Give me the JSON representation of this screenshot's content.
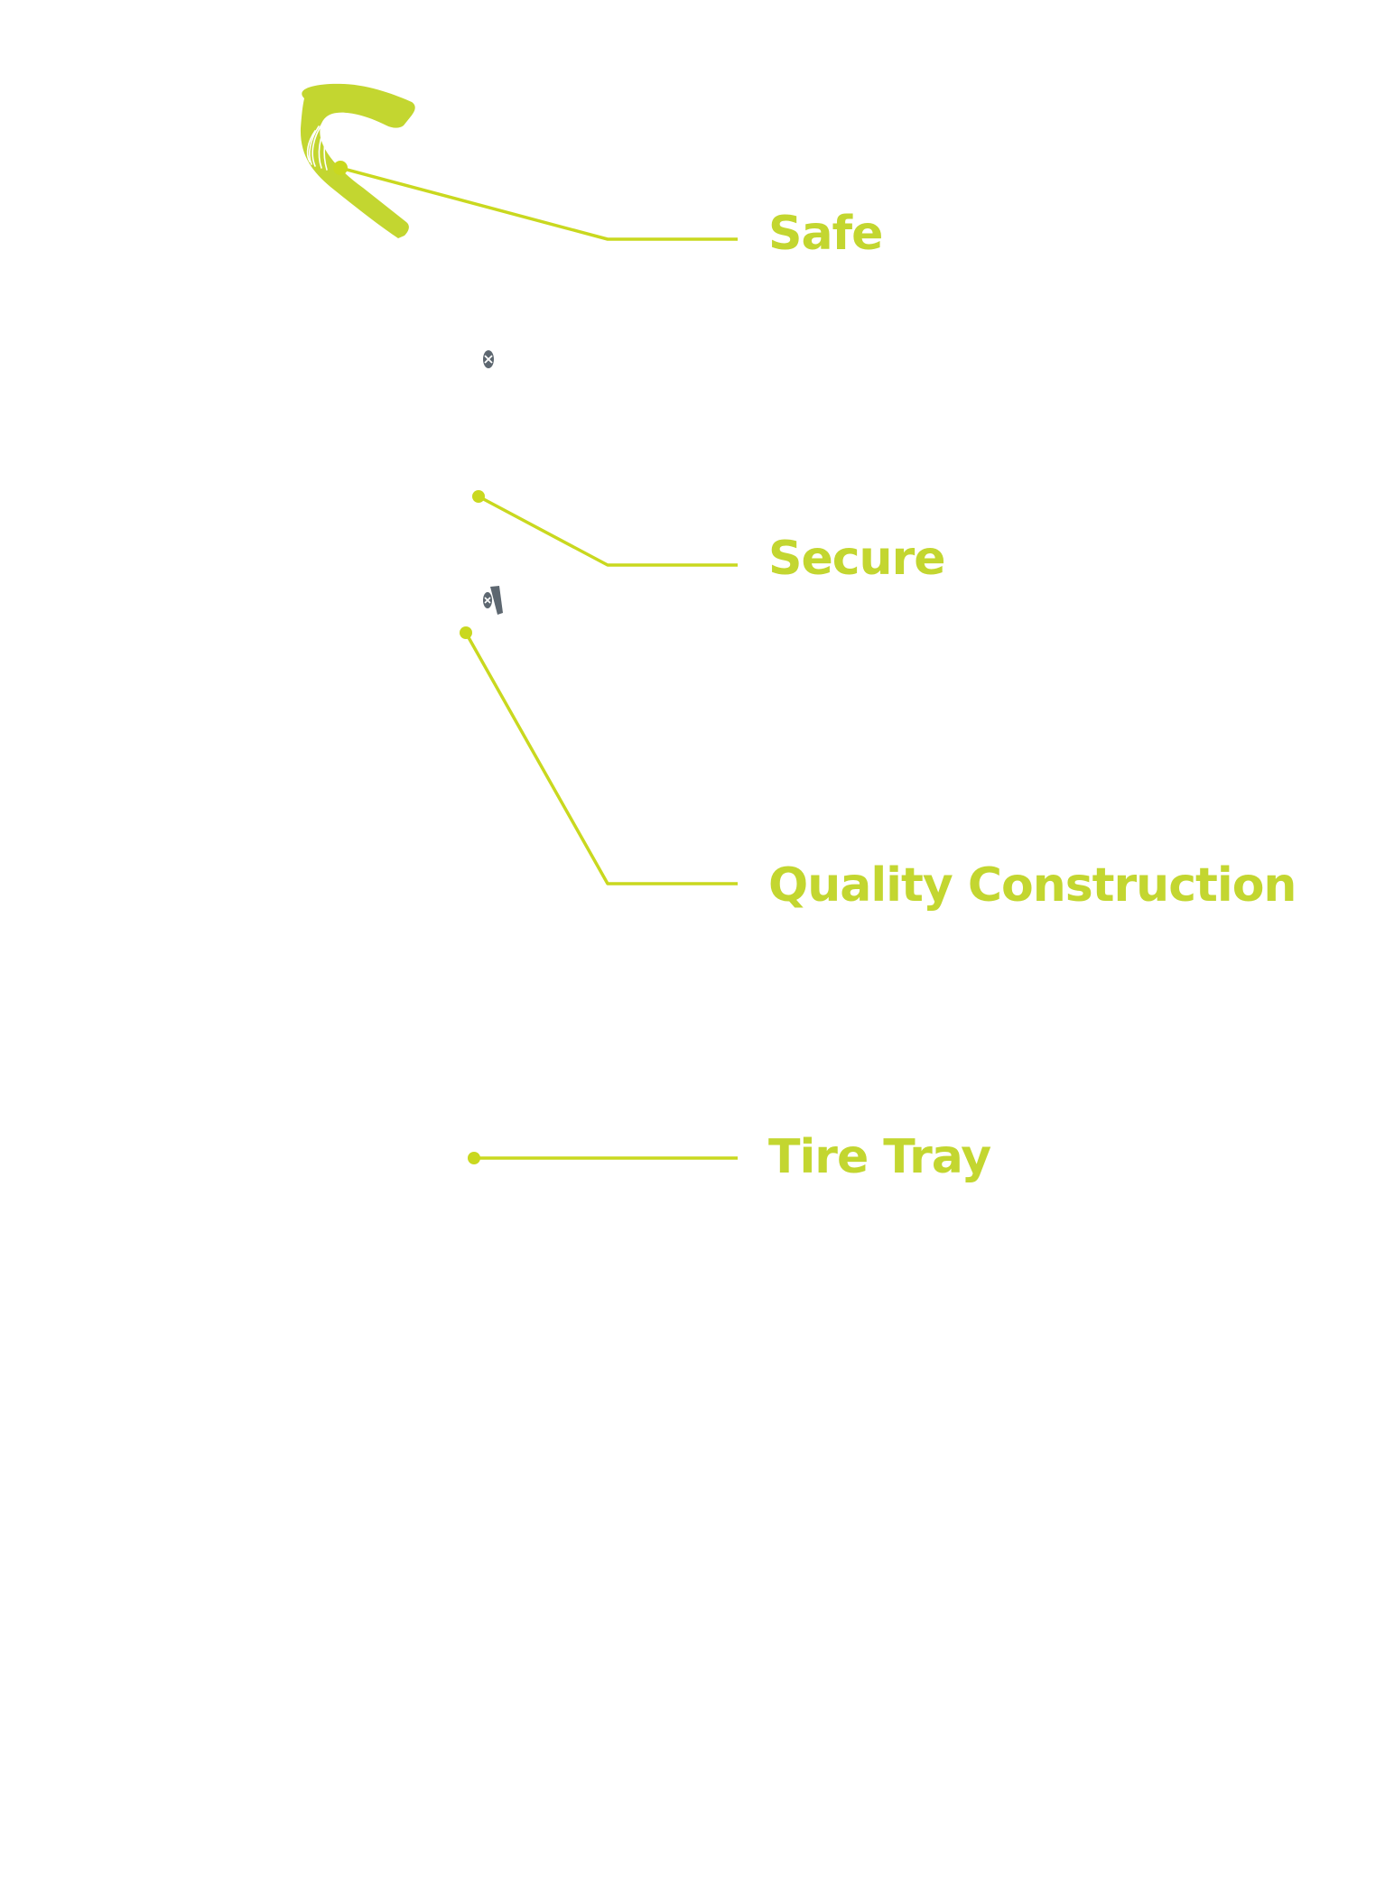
{
  "colors": {
    "accent": "#c3d630",
    "line": "#c9d81f",
    "hardware": "#5d6770",
    "background": "#ffffff"
  },
  "icons": {
    "hook": "hook-icon",
    "screw": "screw-icon",
    "bracket": "bracket-icon"
  },
  "callouts": [
    {
      "label": "Safe"
    },
    {
      "label": "Secure"
    },
    {
      "label": "Quality Construction"
    },
    {
      "label": "Tire Tray"
    }
  ]
}
